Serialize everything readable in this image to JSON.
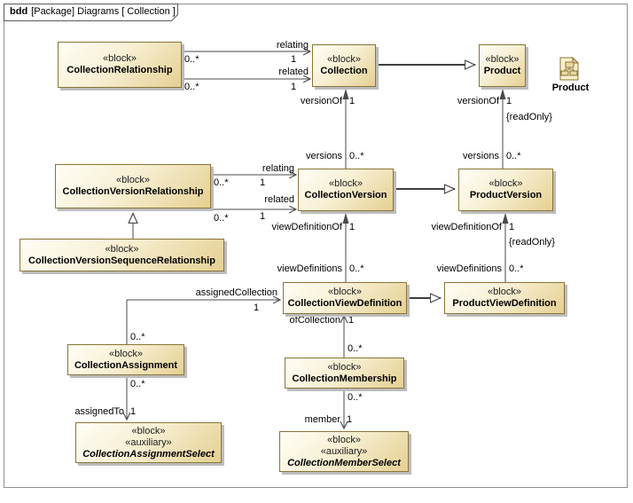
{
  "frame": {
    "keyword": "bdd",
    "title": "[Package] Diagrams [ Collection ]"
  },
  "blocks": {
    "collectionRelationship": {
      "stereotype": "«block»",
      "name": "CollectionRelationship"
    },
    "collection": {
      "stereotype": "«block»",
      "name": "Collection"
    },
    "product": {
      "stereotype": "«block»",
      "name": "Product"
    },
    "collectionVersionRelationship": {
      "stereotype": "«block»",
      "name": "CollectionVersionRelationship"
    },
    "collectionVersion": {
      "stereotype": "«block»",
      "name": "CollectionVersion"
    },
    "productVersion": {
      "stereotype": "«block»",
      "name": "ProductVersion"
    },
    "collectionVersionSequenceRelationship": {
      "stereotype": "«block»",
      "name": "CollectionVersionSequenceRelationship"
    },
    "collectionViewDefinition": {
      "stereotype": "«block»",
      "name": "CollectionViewDefinition"
    },
    "productViewDefinition": {
      "stereotype": "«block»",
      "name": "ProductViewDefinition"
    },
    "collectionAssignment": {
      "stereotype": "«block»",
      "name": "CollectionAssignment"
    },
    "collectionMembership": {
      "stereotype": "«block»",
      "name": "CollectionMembership"
    },
    "collectionAssignmentSelect": {
      "stereotype": "«block»",
      "stereotype2": "«auxiliary»",
      "name": "CollectionAssignmentSelect"
    },
    "collectionMemberSelect": {
      "stereotype": "«block»",
      "stereotype2": "«auxiliary»",
      "name": "CollectionMemberSelect"
    }
  },
  "shortcut": {
    "label": "Product"
  },
  "labels": {
    "rel1_role": "relating",
    "rel1_target_mult": "1",
    "rel1_source_mult": "0..*",
    "rel2_role": "related",
    "rel2_target_mult": "1",
    "rel2_source_mult": "0..*",
    "verC_role": "versionOf",
    "verC_mult": "1",
    "verC_versions_role": "versions",
    "verC_versions_mult": "0..*",
    "verP_role": "versionOf",
    "verP_mult": "1",
    "verP_constraint": "{readOnly}",
    "verP_versions_role": "versions",
    "verP_versions_mult": "0..*",
    "relV1_role": "relating",
    "relV1_target_mult": "1",
    "relV1_source_mult": "0..*",
    "relV2_role": "related",
    "relV2_target_mult": "1",
    "relV2_source_mult": "0..*",
    "vdC_role": "viewDefinitionOf",
    "vdC_mult": "1",
    "vdC_defs_role": "viewDefinitions",
    "vdC_defs_mult": "0..*",
    "vdP_role": "viewDefinitionOf",
    "vdP_mult": "1",
    "vdP_constraint": "{readOnly}",
    "vdP_defs_role": "viewDefinitions",
    "vdP_defs_mult": "0..*",
    "assignedCollection_role": "assignedCollection",
    "assignedCollection_mult": "1",
    "assignedCollection_source_mult": "0..*",
    "ofCollection_role": "ofCollection",
    "ofCollection_mult": "1",
    "ofCollection_source_mult": "0..*",
    "member_role": "member",
    "member_mult": "1",
    "member_source_mult": "0..*",
    "assignedTo_role": "assignedTo",
    "assignedTo_mult": "1",
    "assignedTo_source_mult": "0..*"
  },
  "colors": {
    "block_fill_top": "#fffef6",
    "block_fill_bottom": "#e5d092",
    "block_border": "#8a7437",
    "connector": "#4a4a4a",
    "shadow": "#bdbdbd"
  }
}
